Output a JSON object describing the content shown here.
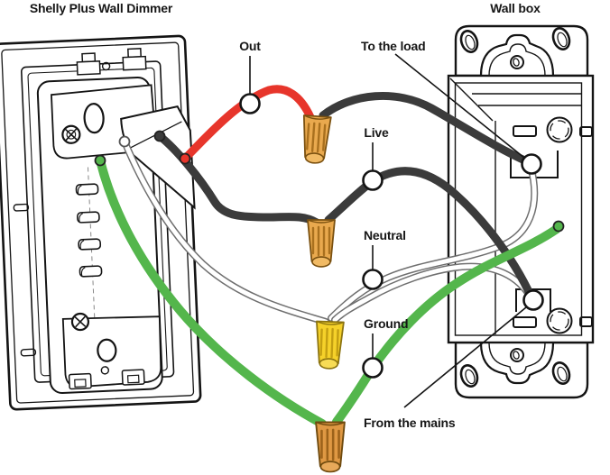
{
  "diagram": {
    "titles": {
      "left": "Shelly Plus Wall Dimmer",
      "right": "Wall box"
    },
    "labels": {
      "out": "Out",
      "to_the_load": "To the load",
      "live": "Live",
      "neutral": "Neutral",
      "ground": "Ground",
      "from_the_mains": "From the mains"
    },
    "colors": {
      "out_wire": "#e7352b",
      "live_wire": "#3b3b3b",
      "load_wire": "#3b3b3b",
      "neutral_wire": "#ffffff",
      "neutral_wire_outline": "#6f6f6f",
      "ground_wire": "#54b64c",
      "wire_nut_orange": "#e9a94e",
      "wire_nut_yellow": "#f5d12a",
      "wire_nut_deep_orange": "#df9843",
      "line_art": "#141414"
    }
  }
}
